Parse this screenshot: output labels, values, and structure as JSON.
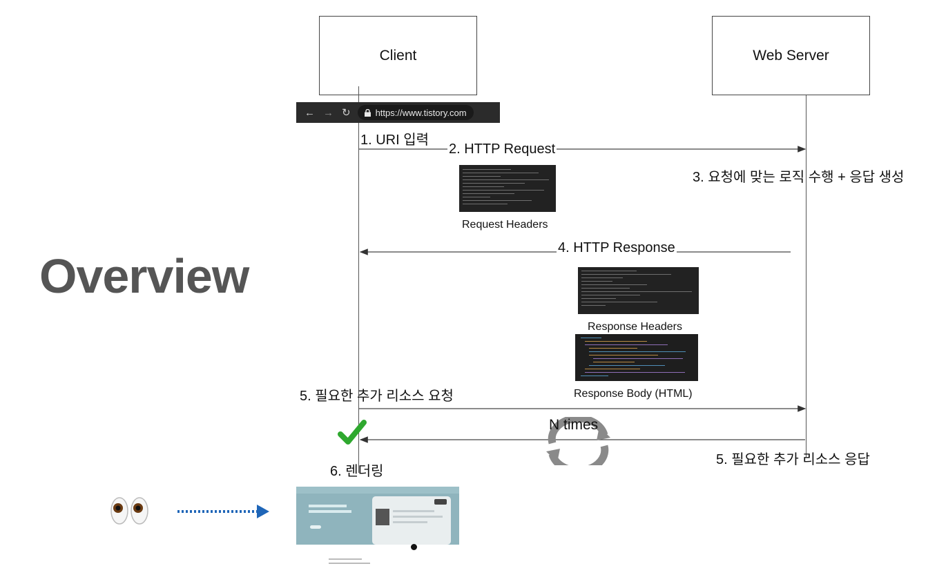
{
  "title": "Overview",
  "actors": {
    "client": "Client",
    "server": "Web Server"
  },
  "browser": {
    "url": "https://www.tistory.com",
    "back_icon": "arrow-left-icon",
    "forward_icon": "arrow-right-icon",
    "reload_icon": "reload-icon",
    "lock_icon": "lock-icon"
  },
  "steps": {
    "s1": "1. URI 입력",
    "s2": "2. HTTP Request",
    "s3": "3. 요청에 맞는 로직 수행 + 응답 생성",
    "s4": "4. HTTP Response",
    "s5a": "5. 필요한 추가 리소스 요청",
    "s5b": "5. 필요한 추가 리소스 응답",
    "s6": "6. 렌더링",
    "loop": "N times"
  },
  "captions": {
    "req_headers": "Request Headers",
    "resp_headers": "Response Headers",
    "resp_body": "Response Body (HTML)"
  },
  "icons": {
    "eyes": "eyes-icon",
    "check": "check-icon",
    "loop": "refresh-loop-icon"
  },
  "colors": {
    "check": "#2fa82f",
    "dotted_arrow": "#1f66b8",
    "title": "#555555",
    "loop": "#8a8a8a"
  }
}
